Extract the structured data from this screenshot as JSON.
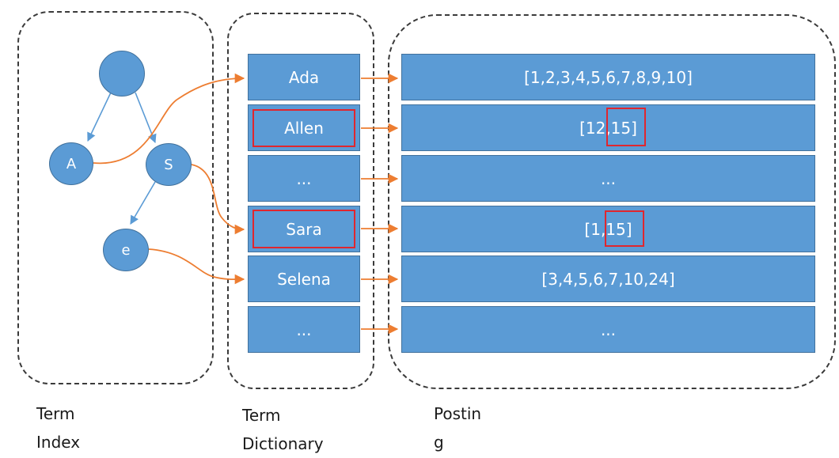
{
  "term_index": {
    "caption": "Term\nIndex",
    "nodes": {
      "root": "",
      "a": "A",
      "s": "S",
      "e": "e"
    }
  },
  "term_dictionary": {
    "caption": "Term\nDictionary",
    "entries": [
      "Ada",
      "Allen",
      "...",
      "Sara",
      "Selena",
      "..."
    ]
  },
  "posting": {
    "caption": "Postin\ng",
    "lists": [
      "[1,2,3,4,5,6,7,8,9,10]",
      "[12,15]",
      "...",
      "[1,15]",
      "[3,4,5,6,7,10,24]",
      "..."
    ]
  },
  "highlighted_terms": [
    "Allen",
    "Sara"
  ],
  "highlighted_posting_value": "15",
  "colors": {
    "cell_fill": "#5b9bd5",
    "cell_border": "#41719c",
    "arrow": "#ed7d31",
    "tree_edge": "#5b9bd5",
    "highlight": "#e0262e",
    "dashed_border": "#3a3a3a"
  }
}
